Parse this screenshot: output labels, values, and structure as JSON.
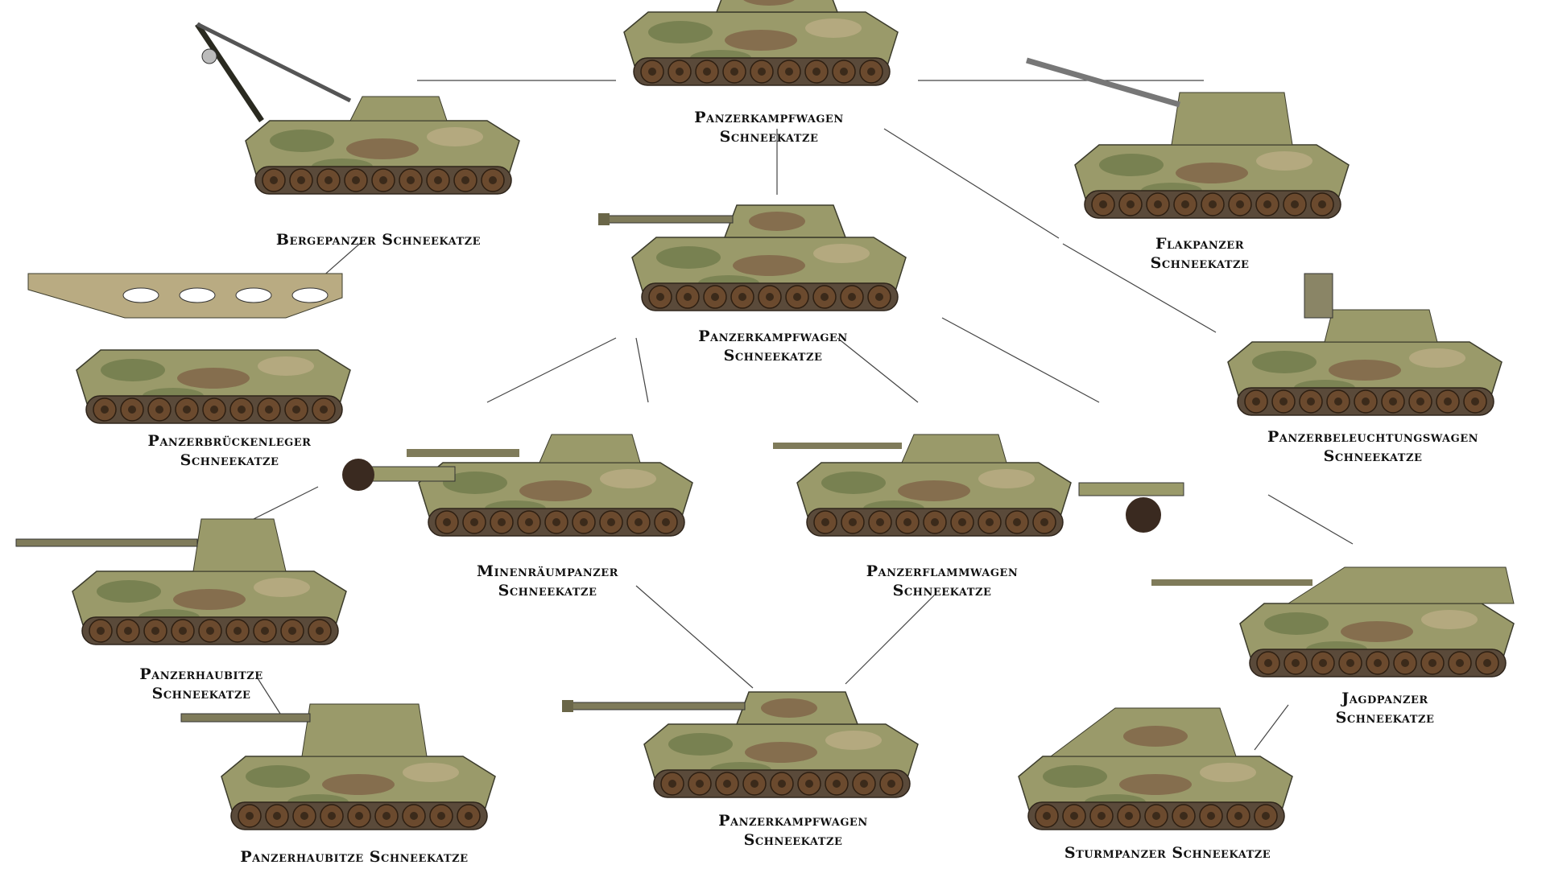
{
  "palette": {
    "camo_base": "#9a9a6a",
    "camo_green": "#6f7b4b",
    "camo_brown": "#7c5b43",
    "camo_sand": "#b9ab82",
    "wheel": "#6b4a2e",
    "line": "#444444"
  },
  "icon": "tank-silhouette",
  "vehicles": [
    {
      "id": "pzkw-top",
      "lines": [
        "Panzerkampfwagen",
        "Schneekatze"
      ],
      "variant": "turret-short"
    },
    {
      "id": "bergepanzer",
      "lines": [
        "Bergepanzer Schneekatze"
      ],
      "variant": "crane"
    },
    {
      "id": "flakpanzer",
      "lines": [
        "Flakpanzer",
        "Schneekatze"
      ],
      "variant": "flak"
    },
    {
      "id": "pzkw-mid",
      "lines": [
        "Panzerkampfwagen",
        "Schneekatze"
      ],
      "variant": "turret-long"
    },
    {
      "id": "brueckenleger",
      "lines": [
        "Panzerbrückenleger",
        "Schneekatze"
      ],
      "variant": "bridge"
    },
    {
      "id": "beleuchtungswagen",
      "lines": [
        "Panzerbeleuchtungswagen",
        "Schneekatze"
      ],
      "variant": "searchlight"
    },
    {
      "id": "minenraeumpanzer",
      "lines": [
        "Minenräumpanzer",
        "Schneekatze"
      ],
      "variant": "mineflail"
    },
    {
      "id": "flammwagen",
      "lines": [
        "Panzerflammwagen",
        "Schneekatze"
      ],
      "variant": "flame"
    },
    {
      "id": "haubitze-left",
      "lines": [
        "Panzerhaubitze",
        "Schneekatze"
      ],
      "variant": "howitzer"
    },
    {
      "id": "jagdpanzer",
      "lines": [
        "Jagdpanzer",
        "Schneekatze"
      ],
      "variant": "tankdestroyer"
    },
    {
      "id": "haubitze-bottom",
      "lines": [
        "Panzerhaubitze Schneekatze"
      ],
      "variant": "spg"
    },
    {
      "id": "pzkw-bottom",
      "lines": [
        "Panzerkampfwagen",
        "Schneekatze"
      ],
      "variant": "turret-vlong"
    },
    {
      "id": "sturmpanzer",
      "lines": [
        "Sturmpanzer Schneekatze"
      ],
      "variant": "assault"
    }
  ]
}
